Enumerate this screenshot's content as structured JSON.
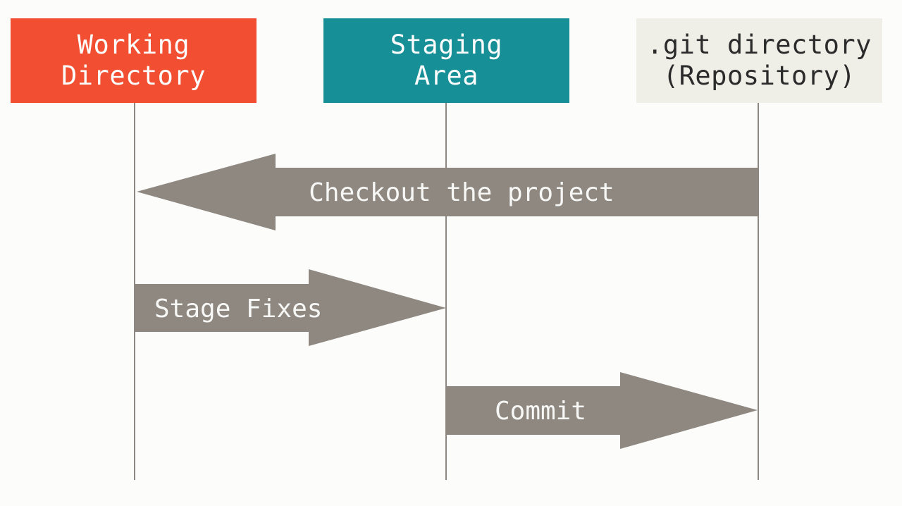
{
  "boxes": {
    "working": {
      "line1": "Working",
      "line2": "Directory",
      "color": "#f14e32"
    },
    "staging": {
      "line1": "Staging",
      "line2": "Area",
      "color": "#168f96"
    },
    "repo": {
      "line1": ".git directory",
      "line2": "(Repository)",
      "color": "#efefe8"
    }
  },
  "arrows": {
    "checkout": {
      "label": "Checkout the project",
      "from": "repo",
      "to": "working"
    },
    "stage": {
      "label": "Stage Fixes",
      "from": "working",
      "to": "staging"
    },
    "commit": {
      "label": "Commit",
      "from": "staging",
      "to": "repo"
    }
  },
  "colors": {
    "arrow": "#8e8881",
    "lifeline": "#8c8781",
    "background": "#fcfcfa"
  }
}
